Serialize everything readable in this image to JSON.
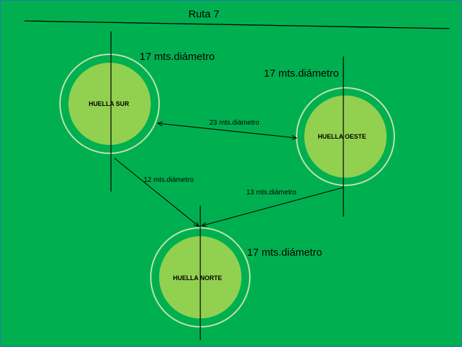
{
  "road": {
    "label": "Ruta 7"
  },
  "pads": [
    {
      "id": "sur",
      "label": "HUELLA SUR",
      "diameter_label": "17 mts.diámetro"
    },
    {
      "id": "oeste",
      "label": "HUELLA OESTE",
      "diameter_label": "17 mts.diámetro"
    },
    {
      "id": "norte",
      "label": "HUELLA NORTE",
      "diameter_label": "17 mts.diámetro"
    }
  ],
  "connections": [
    {
      "from": "sur",
      "to": "oeste",
      "label": "23 mts.diámetro"
    },
    {
      "from": "sur",
      "to": "norte",
      "label": "12 mts.diámetro"
    },
    {
      "from": "oeste",
      "to": "norte",
      "label": "13 mts.diámetro"
    }
  ],
  "colors": {
    "background": "#00b050",
    "pad_fill": "#92d050",
    "ring_stroke": "#c3e3a8",
    "line": "#000000"
  }
}
